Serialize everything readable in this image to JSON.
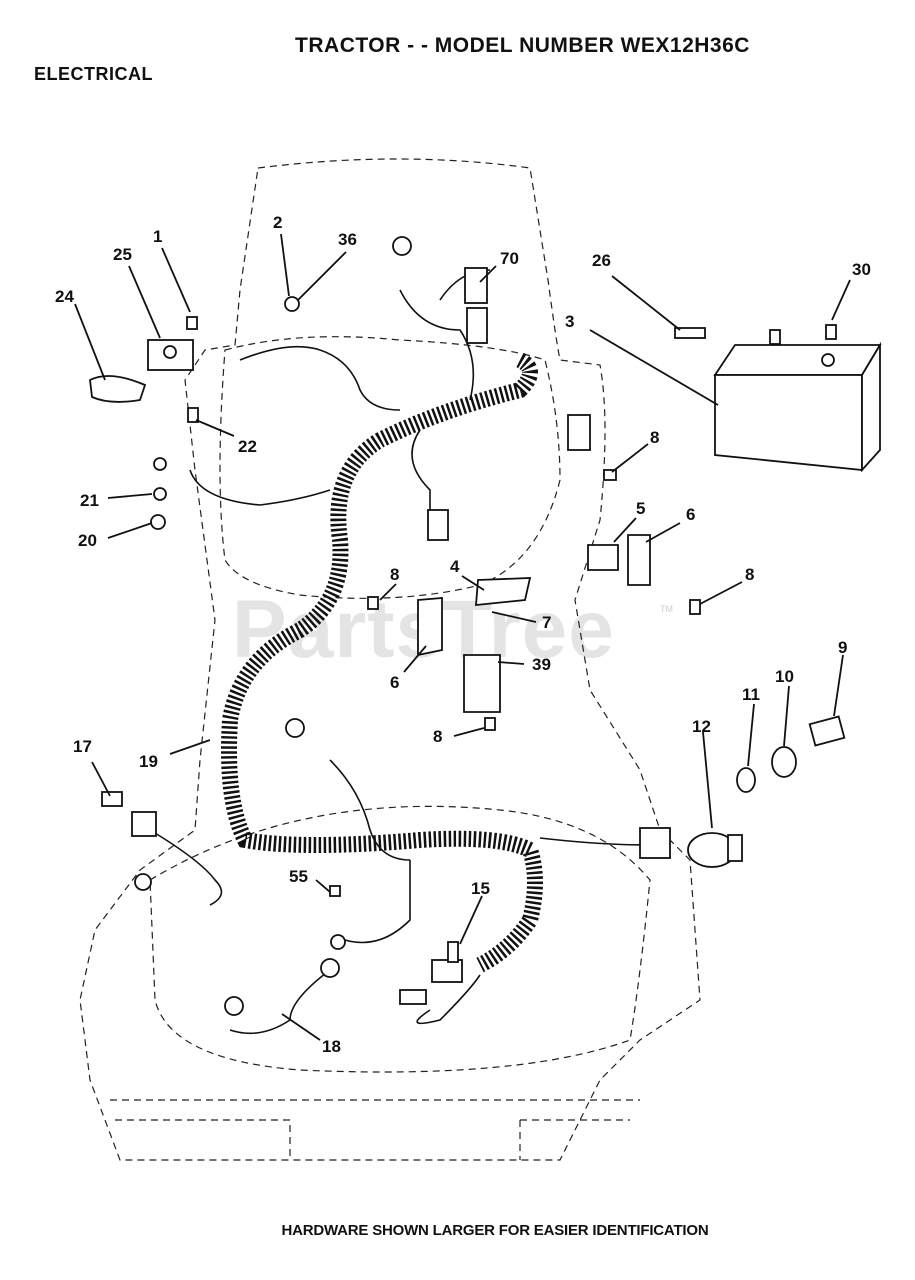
{
  "header": {
    "title": "TRACTOR - - MODEL NUMBER WEX12H36C",
    "section": "ELECTRICAL"
  },
  "footer": {
    "note": "HARDWARE SHOWN LARGER FOR EASIER IDENTIFICATION"
  },
  "watermark": {
    "text": "PartsTree",
    "tm": "TM"
  },
  "callouts": [
    {
      "id": "c1",
      "label": "1"
    },
    {
      "id": "c2",
      "label": "2"
    },
    {
      "id": "c3",
      "label": "3"
    },
    {
      "id": "c4",
      "label": "4"
    },
    {
      "id": "c5",
      "label": "5"
    },
    {
      "id": "c6a",
      "label": "6"
    },
    {
      "id": "c6b",
      "label": "6"
    },
    {
      "id": "c7",
      "label": "7"
    },
    {
      "id": "c8a",
      "label": "8"
    },
    {
      "id": "c8b",
      "label": "8"
    },
    {
      "id": "c8c",
      "label": "8"
    },
    {
      "id": "c8d",
      "label": "8"
    },
    {
      "id": "c9",
      "label": "9"
    },
    {
      "id": "c10",
      "label": "10"
    },
    {
      "id": "c11",
      "label": "11"
    },
    {
      "id": "c12",
      "label": "12"
    },
    {
      "id": "c15",
      "label": "15"
    },
    {
      "id": "c17",
      "label": "17"
    },
    {
      "id": "c18",
      "label": "18"
    },
    {
      "id": "c19",
      "label": "19"
    },
    {
      "id": "c20",
      "label": "20"
    },
    {
      "id": "c21",
      "label": "21"
    },
    {
      "id": "c22",
      "label": "22"
    },
    {
      "id": "c24",
      "label": "24"
    },
    {
      "id": "c25",
      "label": "25"
    },
    {
      "id": "c26",
      "label": "26"
    },
    {
      "id": "c30",
      "label": "30"
    },
    {
      "id": "c36",
      "label": "36"
    },
    {
      "id": "c39",
      "label": "39"
    },
    {
      "id": "c55",
      "label": "55"
    },
    {
      "id": "c70",
      "label": "70"
    }
  ]
}
